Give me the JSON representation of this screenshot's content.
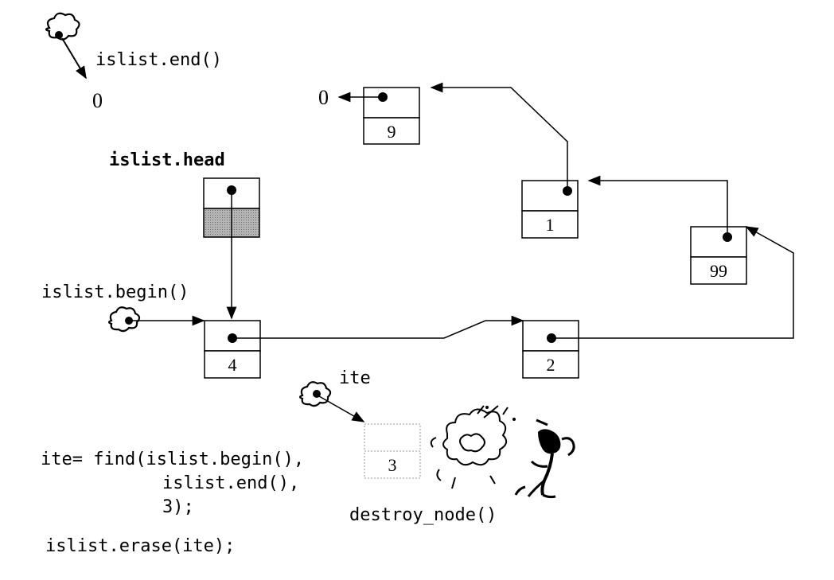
{
  "labels": {
    "end_call": "islist.end()",
    "end_null": "0",
    "head_label": "islist.head",
    "begin_call": "islist.begin()",
    "ite_label": "ite",
    "tail_null": "0",
    "destroy_call": "destroy_node()"
  },
  "nodes": {
    "node_9": "9",
    "node_1": "1",
    "node_99": "99",
    "node_4": "4",
    "node_2": "2",
    "node_3": "3"
  },
  "code": {
    "line1": "ite= find(islist.begin(),",
    "line2": "islist.end(),",
    "line3": "3);",
    "line4": "islist.erase(ite);"
  },
  "colors": {
    "ink": "#000000",
    "head_fill": "#9a9a9a",
    "deleted_box": "#999999"
  },
  "icons": [
    "cloud-icon",
    "explosion-icon",
    "stick-figure-icon"
  ]
}
